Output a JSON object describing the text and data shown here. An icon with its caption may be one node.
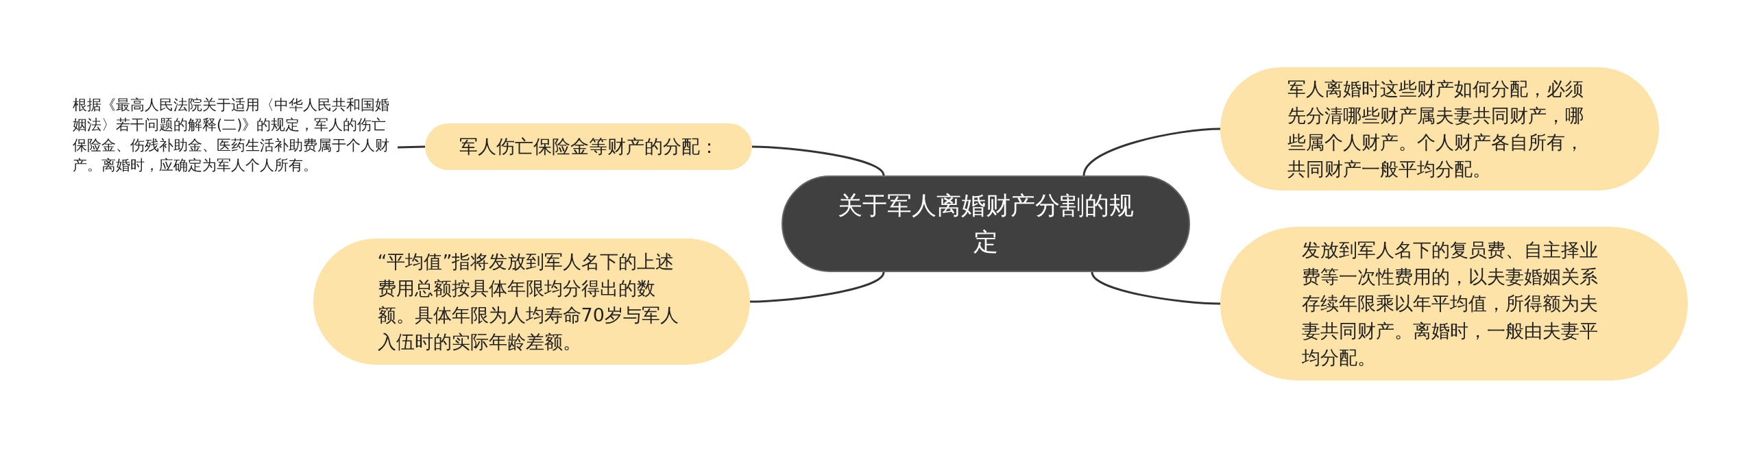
{
  "diagram": {
    "nodes": [
      {
        "text": [
          "关于军人离婚财产分割的规定"
        ]
      },
      {
        "text": [
          "军人伤亡保险金等财产的分配："
        ]
      },
      {
        "text": [
          "根据《最高人民法院关于适用〈中华人民共和国婚姻法〉若干问题的解释(二)》的规定，军人的伤亡保险金、伤残补助金、医药生活补助费属于个人财产。离婚时，应确定为军人个人所有。"
        ]
      },
      {
        "text": [
          "“平均值”指将发放到军人名下的上述费用总额按具体年限均分得出的数额。具体年限为人均寿命70岁与军人入伍时的实际年龄差额。"
        ]
      },
      {
        "text": [
          "军人离婚时这些财产如何分配，必须先分清哪些财产属夫妻共同财产，哪些属个人财产。个人财产各自所有，共同财产一般平均分配。"
        ]
      },
      {
        "text": [
          "发放到军人名下的复员费、自主择业费等一次性费用的，以夫妻婚姻关系存续年限乘以年平均值，所得额为夫妻共同财产。离婚时，一般由夫妻平均分配。"
        ]
      }
    ],
    "edges": [
      {
        "from": 0,
        "to": 1,
        "arrow": "none"
      },
      {
        "from": 1,
        "to": 2,
        "arrow": "none"
      },
      {
        "from": 0,
        "to": 3,
        "arrow": "none"
      },
      {
        "from": 0,
        "to": 4,
        "arrow": "none"
      },
      {
        "from": 0,
        "to": 5,
        "arrow": "none"
      }
    ]
  }
}
